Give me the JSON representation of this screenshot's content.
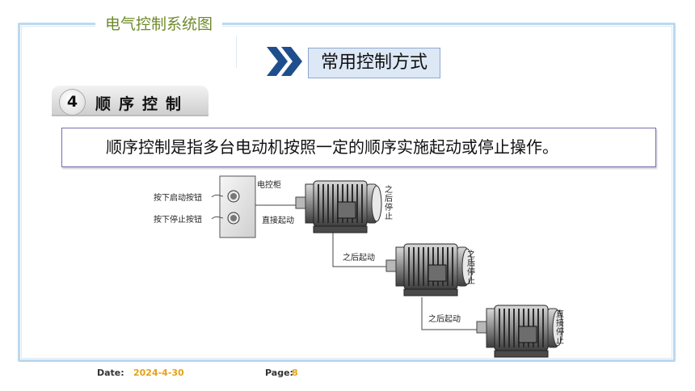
{
  "header": {
    "title": "电气控制系统图"
  },
  "heading": {
    "label": "常用控制方式"
  },
  "section": {
    "number": "4",
    "title": "顺序控制"
  },
  "note": {
    "text": "顺序控制是指多台电动机按照一定的顺序实施起动或停止操作。"
  },
  "diagram": {
    "btn_start": "按下启动按钮",
    "btn_stop": "按下停止按钮",
    "cabinet": "电控柜",
    "direct_start": "直接起动",
    "then_start_1": "之后起动",
    "then_start_2": "之后起动",
    "stop_after_1": [
      "之",
      "后",
      "停",
      "止"
    ],
    "stop_after_2": [
      "之",
      "后",
      "停",
      "止"
    ],
    "stop_direct": [
      "直",
      "接",
      "停",
      "止"
    ]
  },
  "footer": {
    "date_label": "Date:",
    "date_value": "2024-4-30",
    "page_label": "Page:",
    "page_value": "8"
  },
  "colors": {
    "title_green": "#6f8b2a",
    "chevron_blue": "#1f4e8c",
    "footer_orange": "#e6a117",
    "frame_blue": "#bcd9ee"
  },
  "icons": {
    "chevron": "double-chevron-right-icon"
  }
}
